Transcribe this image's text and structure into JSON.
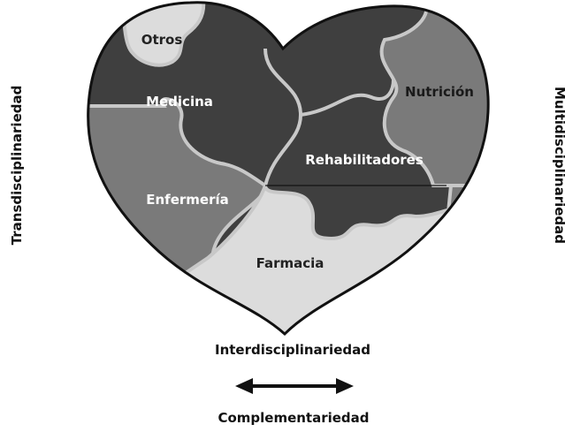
{
  "pieces": {
    "otros": "Otros",
    "medicina": "Medicina",
    "nutricion": "Nutrición",
    "rehabilitadores": "Rehabilitadores",
    "enfermeria": "Enfermería",
    "farmacia": "Farmacia"
  },
  "labels": {
    "left_vertical": "Transdisciplinariedad",
    "right_vertical": "Multidisciplinariedad",
    "bottom_top": "Interdisciplinariedad",
    "bottom_bottom": "Complementariedad"
  },
  "colors": {
    "dark_piece": "#3f3f3f",
    "mid_piece": "#7a7a7a",
    "light_piece": "#dcdcdc",
    "outline": "#111111",
    "seam": "#c8c8c8"
  }
}
